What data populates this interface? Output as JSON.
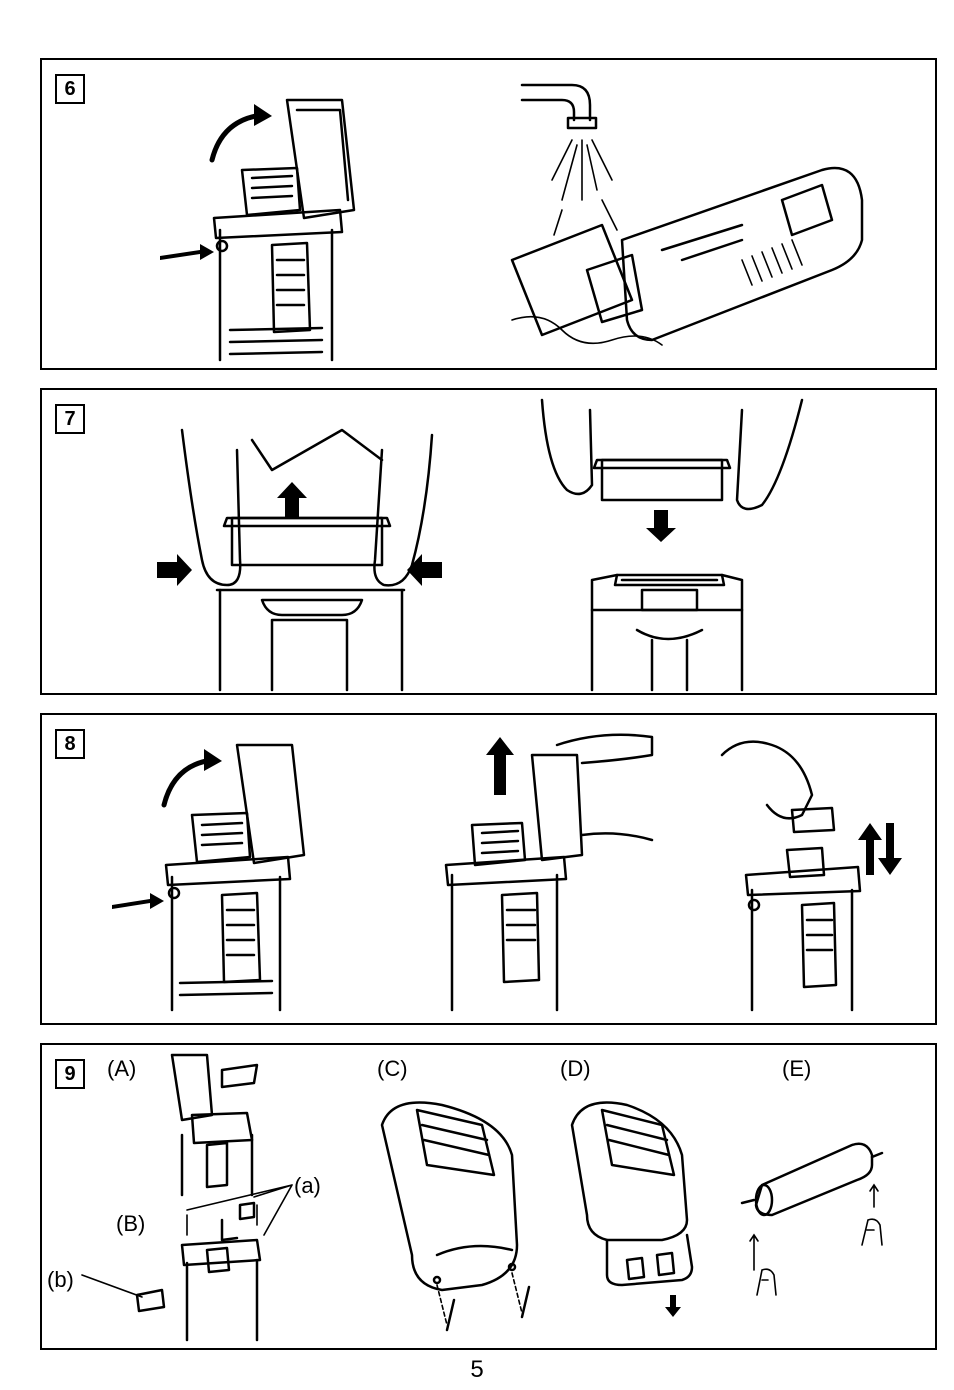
{
  "steps": [
    {
      "number": "6"
    },
    {
      "number": "7"
    },
    {
      "number": "8"
    },
    {
      "number": "9"
    }
  ],
  "step9_labels": {
    "A": "(A)",
    "B": "(B)",
    "C": "(C)",
    "D": "(D)",
    "E": "(E)",
    "a": "(a)",
    "b": "(b)"
  },
  "page_number": "5"
}
